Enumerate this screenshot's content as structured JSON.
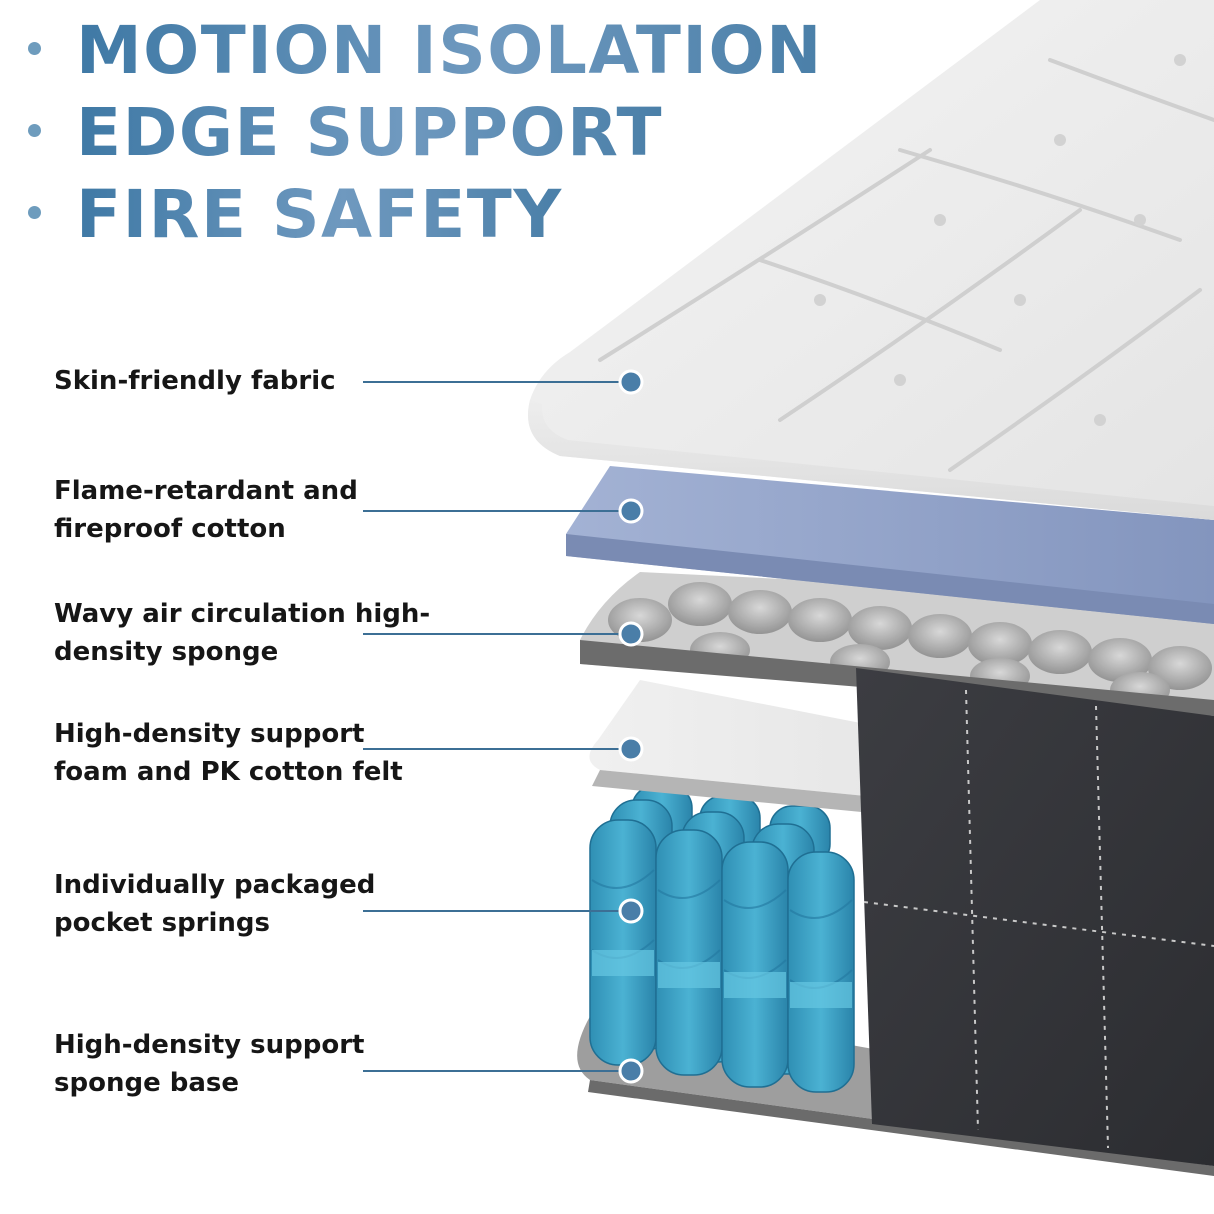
{
  "headlines": [
    "MOTION ISOLATION",
    "EDGE SUPPORT",
    "FIRE SAFETY"
  ],
  "layers": [
    {
      "label": "Skin-friendly fabric"
    },
    {
      "label": "Flame-retardant and\nfireproof cotton"
    },
    {
      "label": "Wavy air circulation high-\ndensity sponge"
    },
    {
      "label": "High-density support\nfoam and PK cotton felt"
    },
    {
      "label": "Individually packaged\npocket springs"
    },
    {
      "label": "High-density support\nsponge base"
    }
  ],
  "colors": {
    "headline_blue": "#4a7fa8",
    "callout_line": "#3c6f95",
    "callout_dot": "#4a7ea8",
    "fire_cotton_layer": "#8d9fc6",
    "spring_blue": "#3e9fc2",
    "side_panel": "#3a3b3f"
  }
}
